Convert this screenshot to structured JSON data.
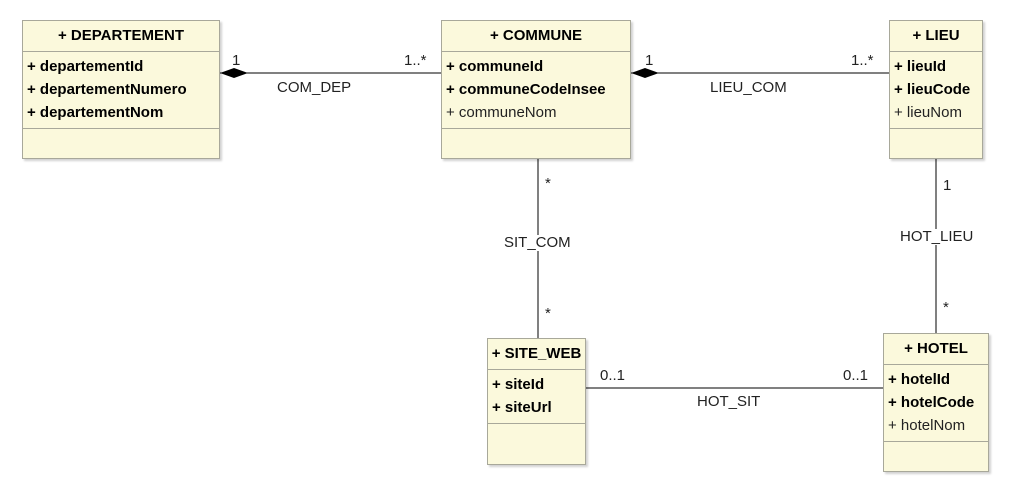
{
  "classes": {
    "departement": {
      "name": "+ DEPARTEMENT",
      "attrs": [
        {
          "text": "+ departementId",
          "key": true
        },
        {
          "text": "+ departementNumero",
          "key": true
        },
        {
          "text": "+ departementNom",
          "key": true
        }
      ]
    },
    "commune": {
      "name": "+ COMMUNE",
      "attrs": [
        {
          "text": "+ communeId",
          "key": true
        },
        {
          "text": "+ communeCodeInsee",
          "key": true
        },
        {
          "text": "+ communeNom",
          "key": false
        }
      ]
    },
    "lieu": {
      "name": "+ LIEU",
      "attrs": [
        {
          "text": "+ lieuId",
          "key": true
        },
        {
          "text": "+ lieuCode",
          "key": true
        },
        {
          "text": "+ lieuNom",
          "key": false
        }
      ]
    },
    "site_web": {
      "name": "+ SITE_WEB",
      "attrs": [
        {
          "text": "+ siteId",
          "key": true
        },
        {
          "text": "+ siteUrl",
          "key": true
        }
      ]
    },
    "hotel": {
      "name": "+ HOTEL",
      "attrs": [
        {
          "text": "+ hotelId",
          "key": true
        },
        {
          "text": "+ hotelCode",
          "key": true
        },
        {
          "text": "+ hotelNom",
          "key": false
        }
      ]
    }
  },
  "associations": {
    "com_dep": {
      "name": "COM_DEP",
      "end_departement": "1",
      "end_commune": "1..*"
    },
    "lieu_com": {
      "name": "LIEU_COM",
      "end_commune": "1",
      "end_lieu": "1..*"
    },
    "sit_com": {
      "name": "SIT_COM",
      "end_commune": "*",
      "end_site_web": "*"
    },
    "hot_lieu": {
      "name": "HOT_LIEU",
      "end_lieu": "1",
      "end_hotel": "*"
    },
    "hot_sit": {
      "name": "HOT_SIT",
      "end_site_web": "0..1",
      "end_hotel": "0..1"
    }
  },
  "colors": {
    "class_fill": "#fbf9dc",
    "class_border": "#a8a89a",
    "line": "#000000"
  }
}
